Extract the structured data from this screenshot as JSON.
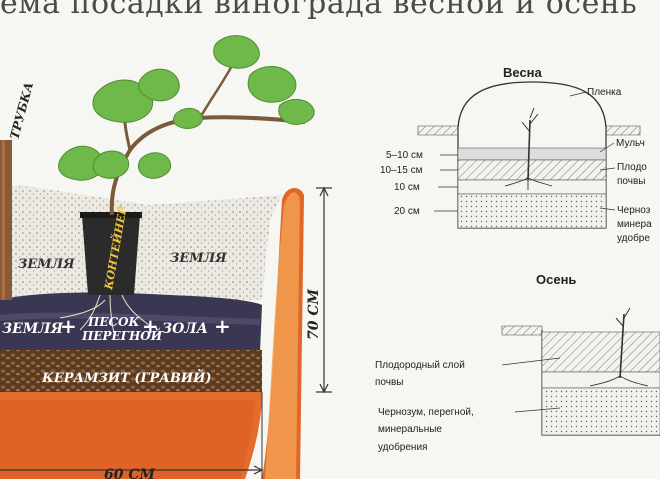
{
  "title": "ема посадки винограда весной и осень",
  "left_diagram": {
    "tube_label": "ТРУБКА",
    "soil_left": "ЗЕМЛЯ",
    "soil_right": "ЗЕМЛЯ",
    "container_label": "КОНТЕЙНЕР",
    "mix_soil": "ЗЕМЛЯ",
    "mix_plus_1": "+",
    "mix_sand": "ПЕСОК",
    "mix_humus": "ПЕРЕГНОЙ",
    "mix_plus_2": "+",
    "mix_ash": "ЗОЛА",
    "mix_plus_3": "+",
    "gravel": "КЕРАМЗИТ (ГРАВИЙ)",
    "depth": "70 СМ",
    "width": "60 СМ"
  },
  "spring": {
    "header": "Весна",
    "film": "Пленка",
    "mulch": "Мульч",
    "fertile": "Плодо",
    "fertile_2": "почвы",
    "chernozem": "Черноз",
    "chernozem_2": "минера",
    "chernozem_3": "удобре",
    "dims": [
      "5–10 см",
      "10–15 см",
      "10 см",
      "20 см"
    ]
  },
  "autumn": {
    "header": "Осень",
    "fertile_1": "Плодородный слой",
    "fertile_2": "почвы",
    "chern_1": "Чернозум, перегной,",
    "chern_2": "минеральные",
    "chern_3": "удобрения"
  },
  "colors": {
    "orange": "#e0672a",
    "orange_light": "#f2a253",
    "dark_layer": "#3a3752",
    "gravel": "#6b4a2a",
    "leaf": "#6fb84a",
    "container": "#2b2b2b",
    "soil_dots": "#eae7df"
  }
}
